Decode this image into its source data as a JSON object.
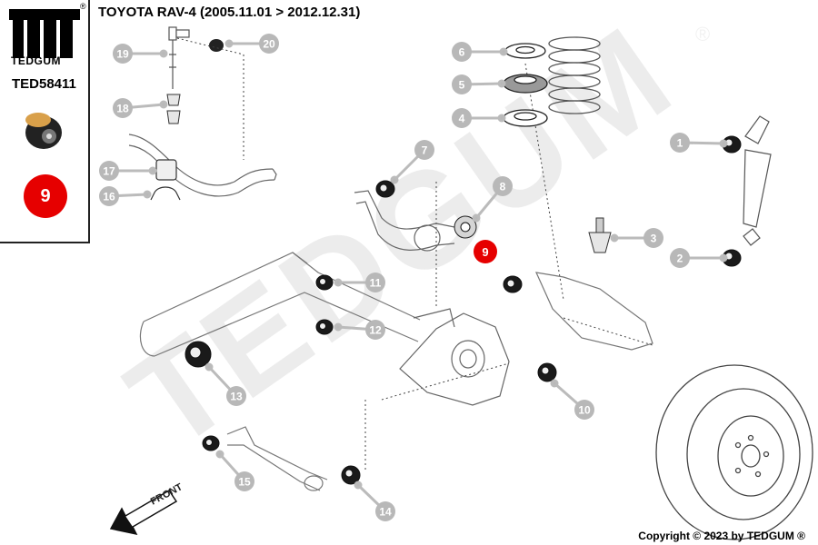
{
  "brand": {
    "name": "TEDGUM",
    "registered_mark": "®",
    "part_number": "TED58411",
    "highlight_part": "9"
  },
  "title": "TOYOTA RAV-4 (2005.11.01 > 2012.12.31)",
  "watermark": "TEDGUM",
  "watermark_mark": "®",
  "direction_label": "FRONT",
  "copyright": "Copyright © 2023 by TEDGUM ®",
  "callouts": [
    "1",
    "2",
    "3",
    "4",
    "5",
    "6",
    "7",
    "8",
    "10",
    "11",
    "12",
    "13",
    "14",
    "15",
    "16",
    "17",
    "18",
    "19",
    "20"
  ],
  "colors": {
    "highlight": "#e60000",
    "callout": "#b8b8b8",
    "line": "#888888"
  }
}
